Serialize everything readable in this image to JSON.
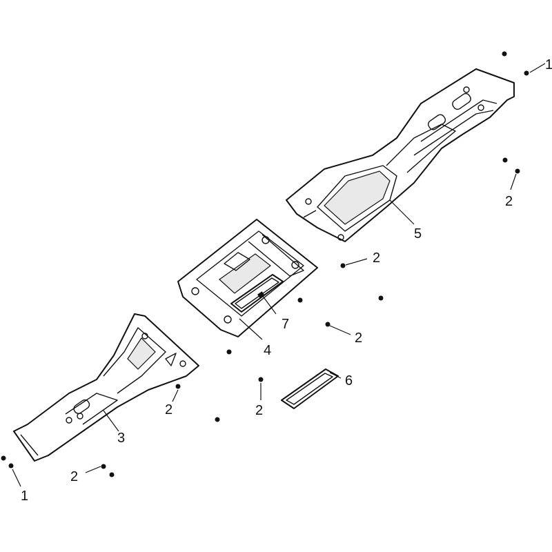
{
  "callouts": {
    "c1a": "1",
    "c1b": "1",
    "c2a": "2",
    "c2b": "2",
    "c2c": "2",
    "c2d": "2",
    "c2e": "2",
    "c2f": "2",
    "c3": "3",
    "c4": "4",
    "c5": "5",
    "c6": "6",
    "c7": "7"
  }
}
